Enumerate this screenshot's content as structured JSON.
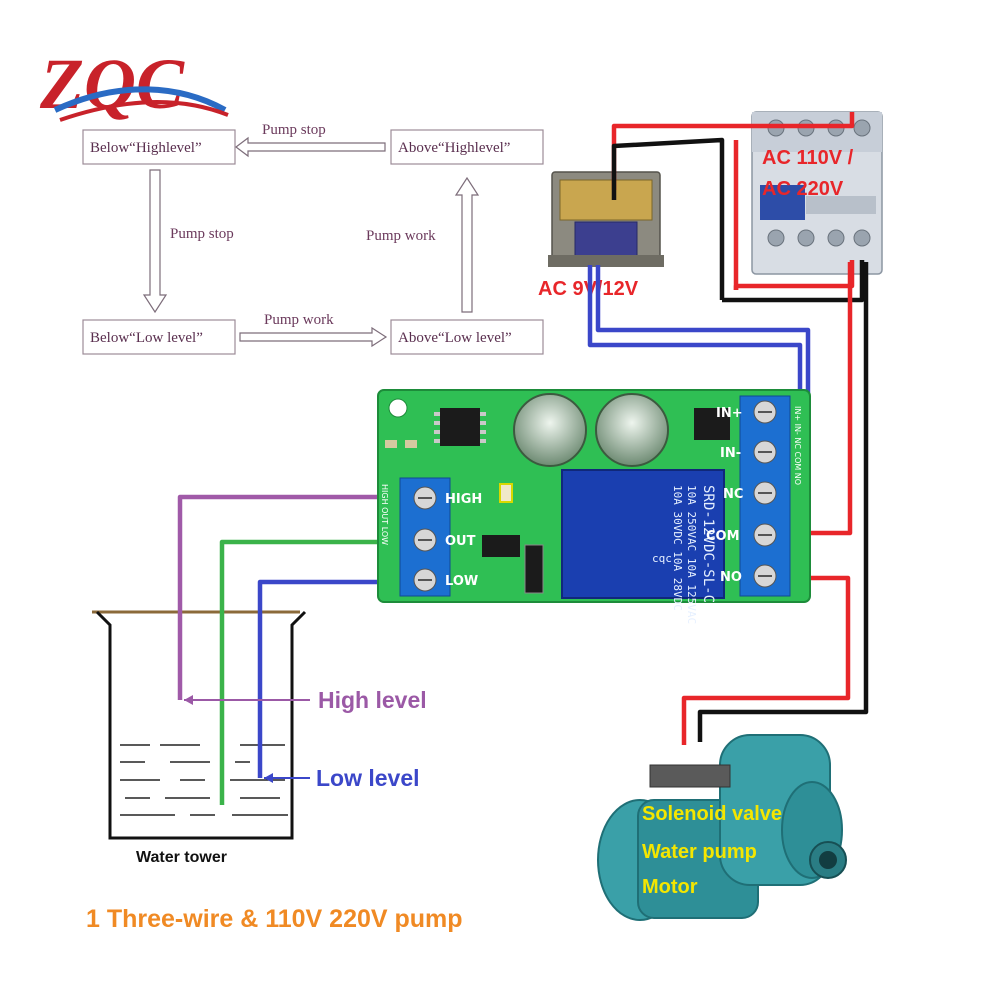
{
  "logo": {
    "text": "ZQC"
  },
  "flowchart": {
    "box_top_left": "Below“Highlevel”",
    "box_top_right": "Above“Highlevel”",
    "box_bottom_left": "Below“Low level”",
    "box_bottom_right": "Above“Low level”",
    "arrow_top": "Pump stop",
    "arrow_left": "Pump stop",
    "arrow_right": "Pump work",
    "arrow_bottom": "Pump work"
  },
  "power": {
    "breaker_label_line1": "AC 110V /",
    "breaker_label_line2": "AC 220V",
    "transformer_label": "AC 9V/12V"
  },
  "board": {
    "terminal_left": [
      "HIGH",
      "OUT",
      "LOW"
    ],
    "terminal_right": [
      "IN+",
      "IN-",
      "NC",
      "COM",
      "NO"
    ],
    "relay_model": "SRD-12VDC-SL-C",
    "relay_spec_1": "10A 250VAC  10A 125VAC",
    "relay_spec_2": "10A 30VDC   10A 28VDC",
    "relay_brand": "cqc",
    "silk_left": "HIGH OUT LOW",
    "silk_right": "IN+ IN- NC COM NO"
  },
  "tank": {
    "high_label": "High level",
    "low_label": "Low level",
    "tower_label": "Water tower"
  },
  "pump": {
    "line1": "Solenoid valve",
    "line2": "Water pump",
    "line3": "Motor"
  },
  "caption": "1 Three-wire & 110V 220V pump",
  "colors": {
    "wire_red": "#e8262a",
    "wire_black": "#111111",
    "wire_blue": "#3b47c9",
    "wire_purple": "#a05aa8",
    "wire_green": "#3bb34a",
    "pcb_green": "#2fbf54",
    "terminal_blue": "#1c6fd1",
    "relay_blue": "#1a3fb0",
    "high_text": "#9b59a6",
    "low_text": "#3b47c9"
  }
}
